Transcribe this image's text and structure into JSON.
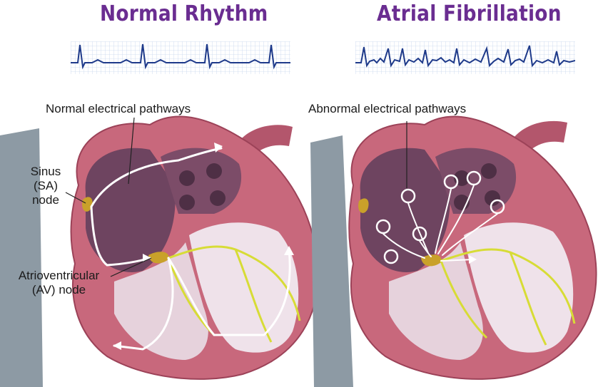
{
  "titles": {
    "normal": "Normal Rhythm",
    "afib": "Atrial Fibrillation"
  },
  "labels": {
    "normal_pathways": "Normal electrical pathways",
    "abnormal_pathways": "Abnormal electrical pathways",
    "sa_node": [
      "Sinus",
      "(SA)",
      "node"
    ],
    "av_node": [
      "Atrioventricular",
      "(AV) node"
    ]
  },
  "colors": {
    "title": "#6a2d91",
    "ecg_trace": "#1e3a8a",
    "ecg_grid": "#c7d6ee",
    "heart_wall": "#c8687c",
    "chamber_dark": "#6e4460",
    "node": "#c9a12a",
    "conduction": "#d7dc36",
    "pathway_arrow": "#ffffff",
    "vessel": "#8d9aa4"
  }
}
